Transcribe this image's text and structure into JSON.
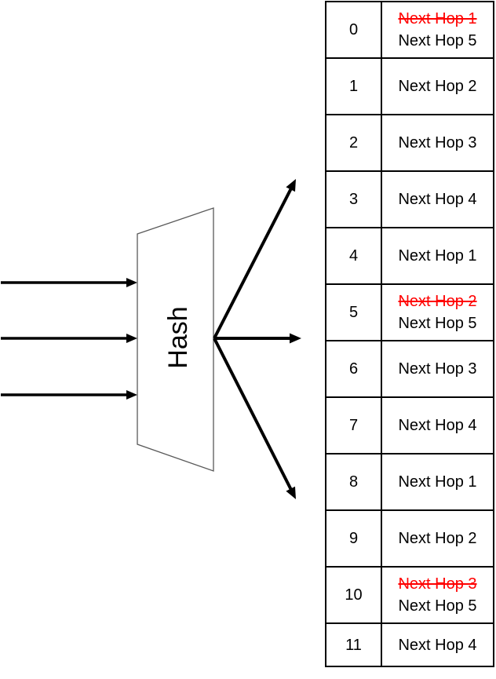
{
  "diagram": {
    "hash_label": "Hash",
    "input_arrow_count": 3,
    "output_arrow_count": 3
  },
  "colors": {
    "ink": "#000000",
    "replaced_entry_red": "#ff0000",
    "shape_outline": "#595959"
  },
  "table": {
    "rows": [
      {
        "index": "0",
        "old_value": "Next Hop 1",
        "value": "Next Hop 5"
      },
      {
        "index": "1",
        "value": "Next Hop 2"
      },
      {
        "index": "2",
        "value": "Next Hop 3"
      },
      {
        "index": "3",
        "value": "Next Hop 4"
      },
      {
        "index": "4",
        "value": "Next Hop 1"
      },
      {
        "index": "5",
        "old_value": "Next Hop 2",
        "value": "Next Hop 5"
      },
      {
        "index": "6",
        "value": "Next Hop 3"
      },
      {
        "index": "7",
        "value": "Next Hop 4"
      },
      {
        "index": "8",
        "value": "Next Hop 1"
      },
      {
        "index": "9",
        "value": "Next Hop 2"
      },
      {
        "index": "10",
        "old_value": "Next Hop 3",
        "value": "Next Hop 5"
      },
      {
        "index": "11",
        "value": "Next Hop 4"
      }
    ]
  }
}
